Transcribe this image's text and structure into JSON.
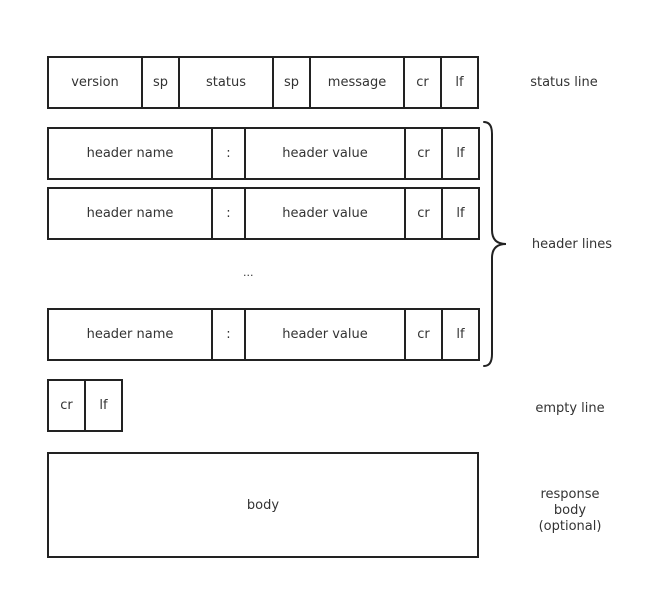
{
  "status_line": {
    "cells": [
      "version",
      "sp",
      "status",
      "sp",
      "message",
      "cr",
      "lf"
    ],
    "label": "status line"
  },
  "header_lines": {
    "rows": [
      [
        "header name",
        ":",
        "header value",
        "cr",
        "lf"
      ],
      [
        "header name",
        ":",
        "header value",
        "cr",
        "lf"
      ],
      [
        "header name",
        ":",
        "header value",
        "cr",
        "lf"
      ]
    ],
    "ellipsis": "...",
    "label": "header lines"
  },
  "empty_line": {
    "cells": [
      "cr",
      "lf"
    ],
    "label": "empty line"
  },
  "response_body": {
    "cell": "body",
    "label_lines": [
      "response",
      "body",
      "(optional)"
    ]
  }
}
